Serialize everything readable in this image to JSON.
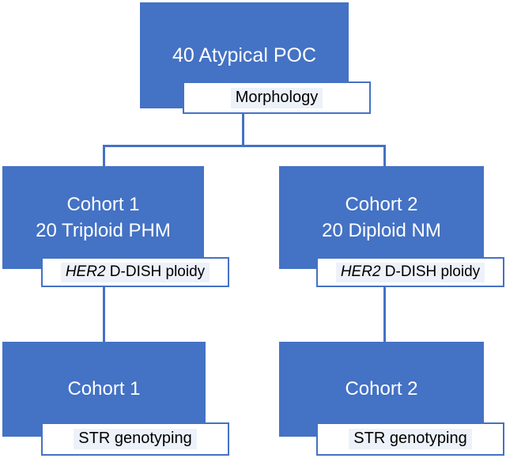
{
  "diagram": {
    "title_node": {
      "id": "atypical-poc",
      "lines": [
        "40 Atypical POC"
      ]
    },
    "labels": {
      "morphology": "Morphology",
      "her2_italic": "HER2",
      "her2_rest": " D-DISH ploidy",
      "str": "STR genotyping"
    },
    "cohort_row": [
      {
        "id": "cohort-1-ploidy",
        "lines": [
          "Cohort 1",
          "20 Triploid PHM"
        ]
      },
      {
        "id": "cohort-2-ploidy",
        "lines": [
          "Cohort 2",
          "20 Diploid NM"
        ]
      }
    ],
    "final_row": [
      {
        "id": "cohort-1-final",
        "lines": [
          "Cohort 1"
        ]
      },
      {
        "id": "cohort-2-final",
        "lines": [
          "Cohort 2"
        ]
      }
    ],
    "colors": {
      "node_fill": "#4472C4",
      "node_text": "#FFFFFF",
      "connector": "#4472C4",
      "label_fill": "#FFFFFF",
      "label_border": "#4472C4",
      "label_highlight": "#EDF1F9",
      "label_text": "#000000",
      "background": "#FFFFFF"
    }
  }
}
